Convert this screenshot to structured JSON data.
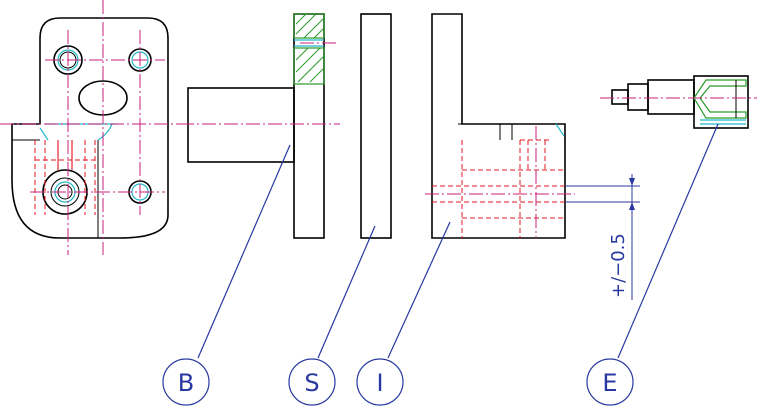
{
  "balloons": [
    {
      "id": "B",
      "label": "B"
    },
    {
      "id": "S",
      "label": "S"
    },
    {
      "id": "I",
      "label": "I"
    },
    {
      "id": "E",
      "label": "E"
    }
  ],
  "dimension": {
    "tolerance": "+/−0.5"
  },
  "colors": {
    "outline": "#000000",
    "centerline": "#c8207e",
    "hidden": "#e0141e",
    "section_hatch": "#2a9a2a",
    "cyan_detail": "#22b8c8",
    "annotation": "#2838a0"
  }
}
